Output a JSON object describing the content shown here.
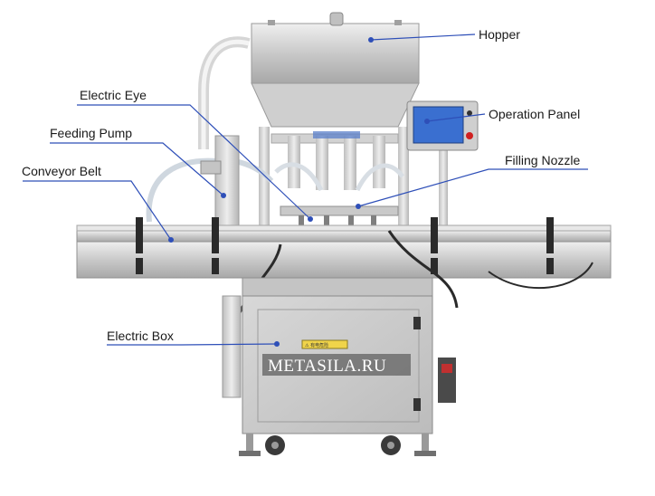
{
  "labels": {
    "hopper": "Hopper",
    "electric_eye": "Electric Eye",
    "feeding_pump": "Feeding Pump",
    "conveyor_belt": "Conveyor Belt",
    "operation_panel": "Operation Panel",
    "filling_nozzle": "Filling Nozzle",
    "electric_box": "Electric Box"
  },
  "watermark": "METASILA.RU",
  "colors": {
    "leader_line": "#2e4fb8",
    "steel_light": "#e4e4e4",
    "steel_mid": "#bdbdbd",
    "steel_dark": "#8a8a8a",
    "screen": "#3a6fd0",
    "watermark_bg": "#6d6d6d"
  }
}
